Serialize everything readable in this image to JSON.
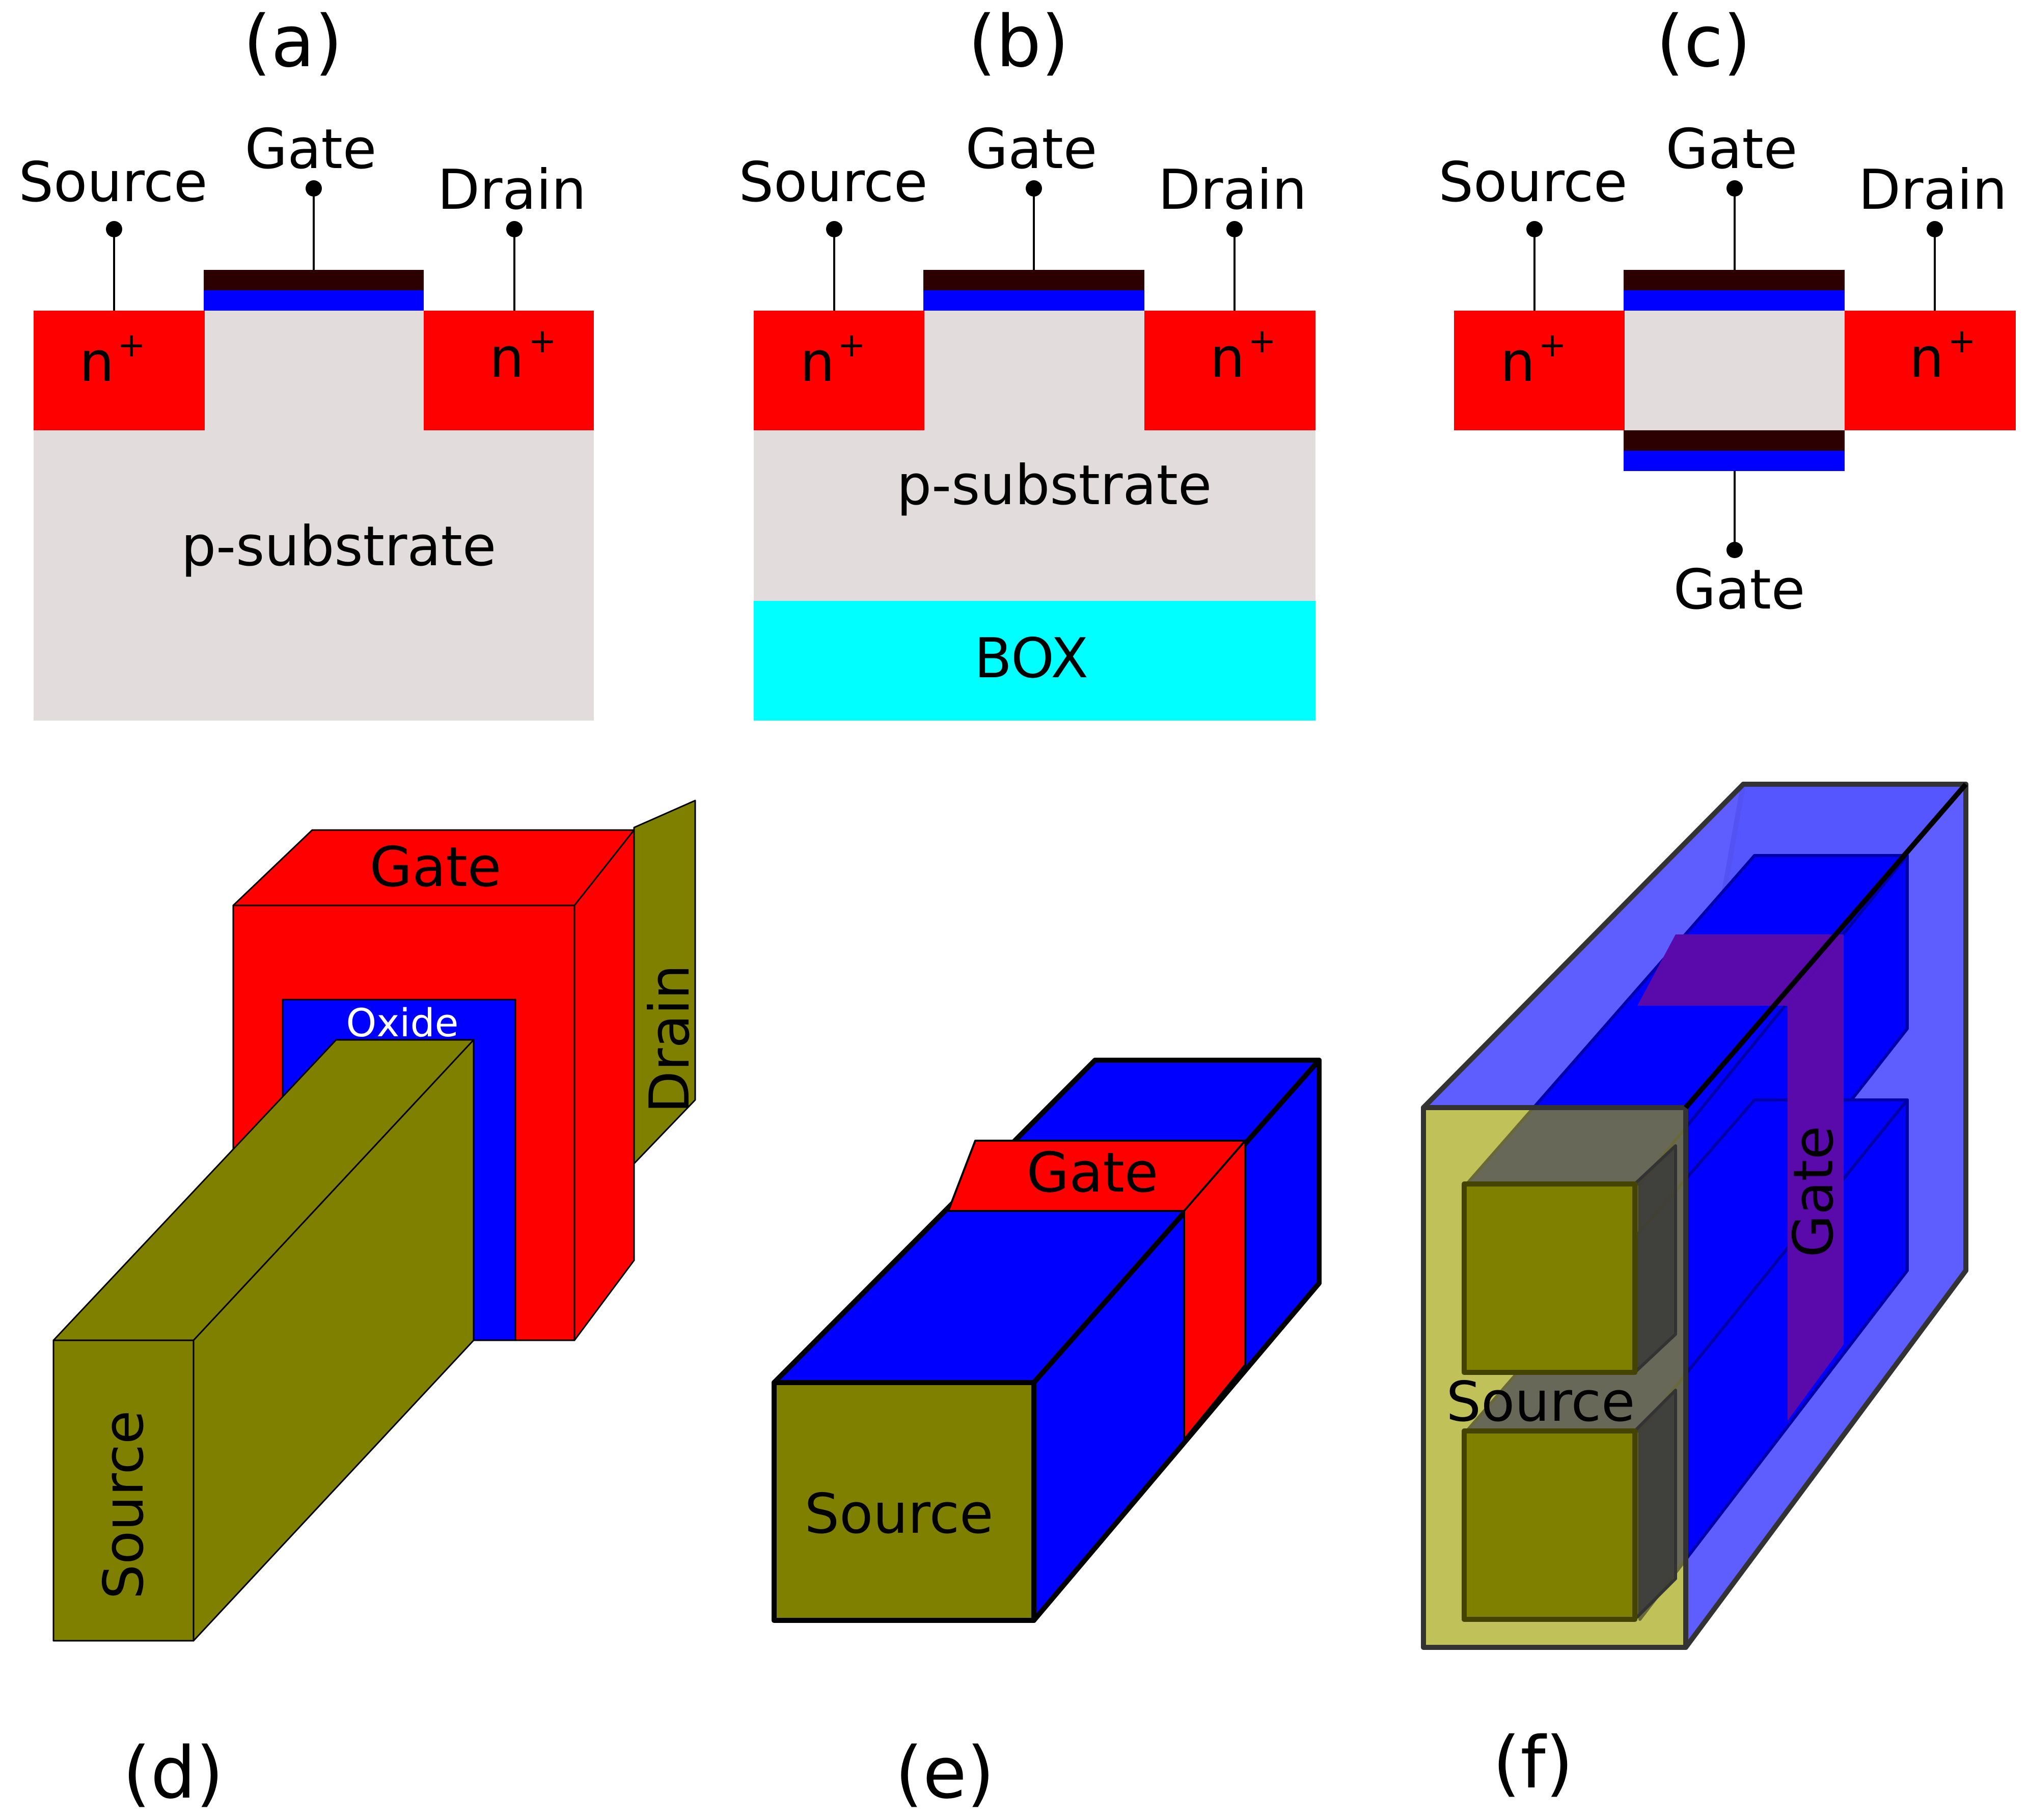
{
  "colors": {
    "n_plus": "#ff0000",
    "substrate": "#e2dcdc",
    "gate_metal": "#2d0000",
    "oxide": "#0000ff",
    "box": "#00ffff",
    "source_drain_3d": "#808000",
    "gate_3d": "#ff0000",
    "oxide_3d": "#0000ff",
    "translucent_shell": "#5555ff",
    "inner_gate": "#5a0aaa"
  },
  "panel_a": {
    "label": "(a)",
    "source": "Source",
    "gate": "Gate",
    "drain": "Drain",
    "n_plus": "n",
    "n_plus_sup": "+",
    "substrate": "p-substrate"
  },
  "panel_b": {
    "label": "(b)",
    "source": "Source",
    "gate": "Gate",
    "drain": "Drain",
    "n_plus": "n",
    "n_plus_sup": "+",
    "substrate": "p-substrate",
    "box": "BOX"
  },
  "panel_c": {
    "label": "(c)",
    "source": "Source",
    "gate_top": "Gate",
    "gate_bottom": "Gate",
    "drain": "Drain",
    "n_plus": "n",
    "n_plus_sup": "+"
  },
  "panel_d": {
    "label": "(d)",
    "gate": "Gate",
    "oxide": "Oxide",
    "drain": "Drain",
    "source": "Source"
  },
  "panel_e": {
    "label": "(e)",
    "gate": "Gate",
    "source": "Source"
  },
  "panel_f": {
    "label": "(f)",
    "gate": "Gate",
    "source": "Source"
  }
}
